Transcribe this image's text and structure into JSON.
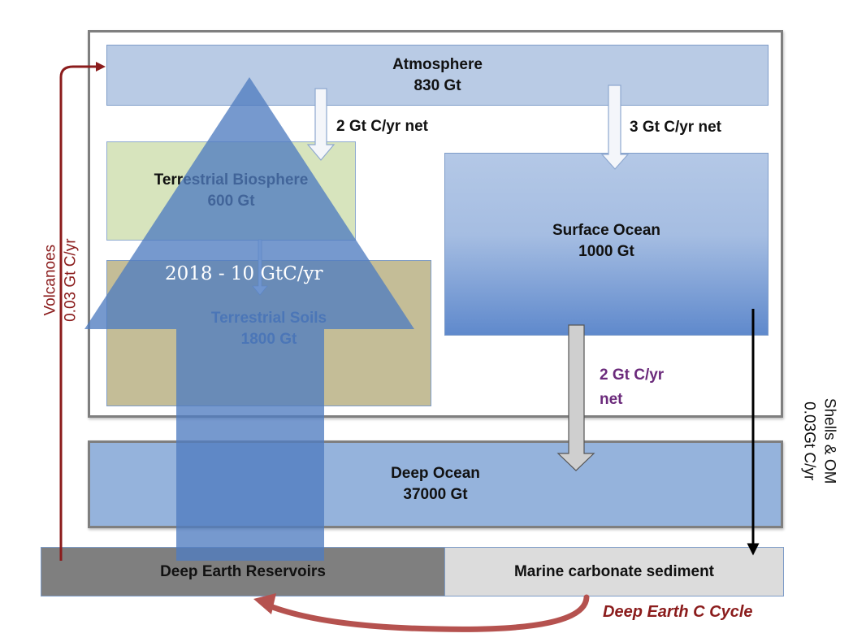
{
  "title": "Global carbon cycle reservoirs and fluxes",
  "reservoirs": {
    "atmosphere": {
      "name": "Atmosphere",
      "amount": "830 Gt",
      "color": "#b9cbe5"
    },
    "terrestrial_biosphere": {
      "name": "Terrestrial Biosphere",
      "amount": "600 Gt",
      "color": "#d7e4bd"
    },
    "terrestrial_soils": {
      "name": "Terrestrial Soils",
      "amount": "1800 Gt",
      "color": "#c4bd97"
    },
    "surface_ocean": {
      "name": "Surface Ocean",
      "amount": "1000 Gt",
      "color": "#a5bde2"
    },
    "deep_ocean": {
      "name": "Deep Ocean",
      "amount": "37000 Gt",
      "color": "#95b3dc"
    },
    "deep_earth_reservoirs": {
      "name": "Deep Earth Reservoirs",
      "color": "#7f7f7f"
    },
    "marine_carbonate_sediment": {
      "name": "Marine carbonate sediment",
      "color": "#dcdcdc"
    }
  },
  "fluxes": {
    "atm_to_land": "2 Gt C/yr net",
    "atm_to_ocean": "3 Gt C/yr net",
    "surface_to_deep_ocean_line1": "2 Gt C/yr",
    "surface_to_deep_ocean_line2": "net",
    "volcanoes_line1": "Volcanoes",
    "volcanoes_line2": "0.03 Gt C/yr",
    "shells_line1": "Shells & OM",
    "shells_line2": "0.03Gt C/yr",
    "anthropogenic": "2018 - 10 GtC/yr",
    "deep_earth_cycle": "Deep Earth C Cycle"
  },
  "colors": {
    "volcano_arrow": "#8b1c1c",
    "deep_cycle_arrow": "#b5524f",
    "anthropogenic_arrow": "#4f7cc0",
    "flux_label_purple": "#6b2a7b",
    "frame": "#7f7f7f"
  }
}
